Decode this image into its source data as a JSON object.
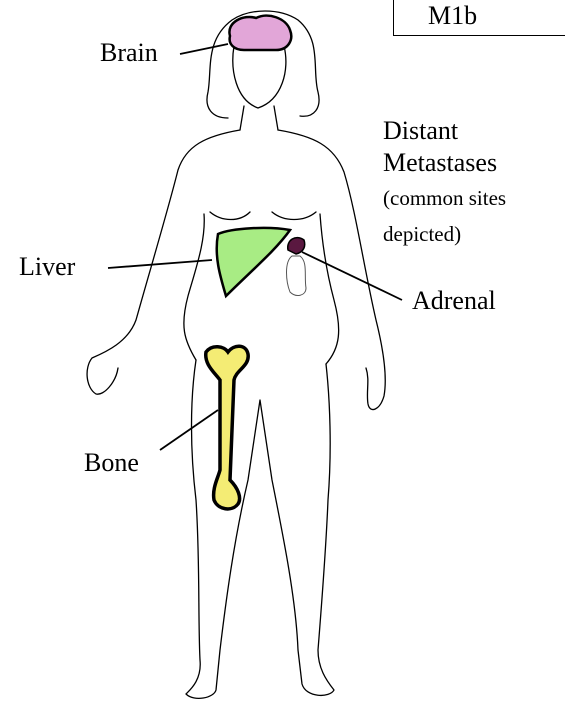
{
  "stage_label": "M1b",
  "labels": {
    "brain": "Brain",
    "liver": "Liver",
    "adrenal": "Adrenal",
    "bone": "Bone"
  },
  "heading": {
    "line1": "Distant",
    "line2": "Metastases",
    "line3": "(common sites",
    "line4": "depicted)"
  },
  "colors": {
    "brain": "#e2a6d8",
    "liver": "#a8ec84",
    "adrenal": "#5a1840",
    "bone": "#f4ec74",
    "outline": "#000000"
  }
}
